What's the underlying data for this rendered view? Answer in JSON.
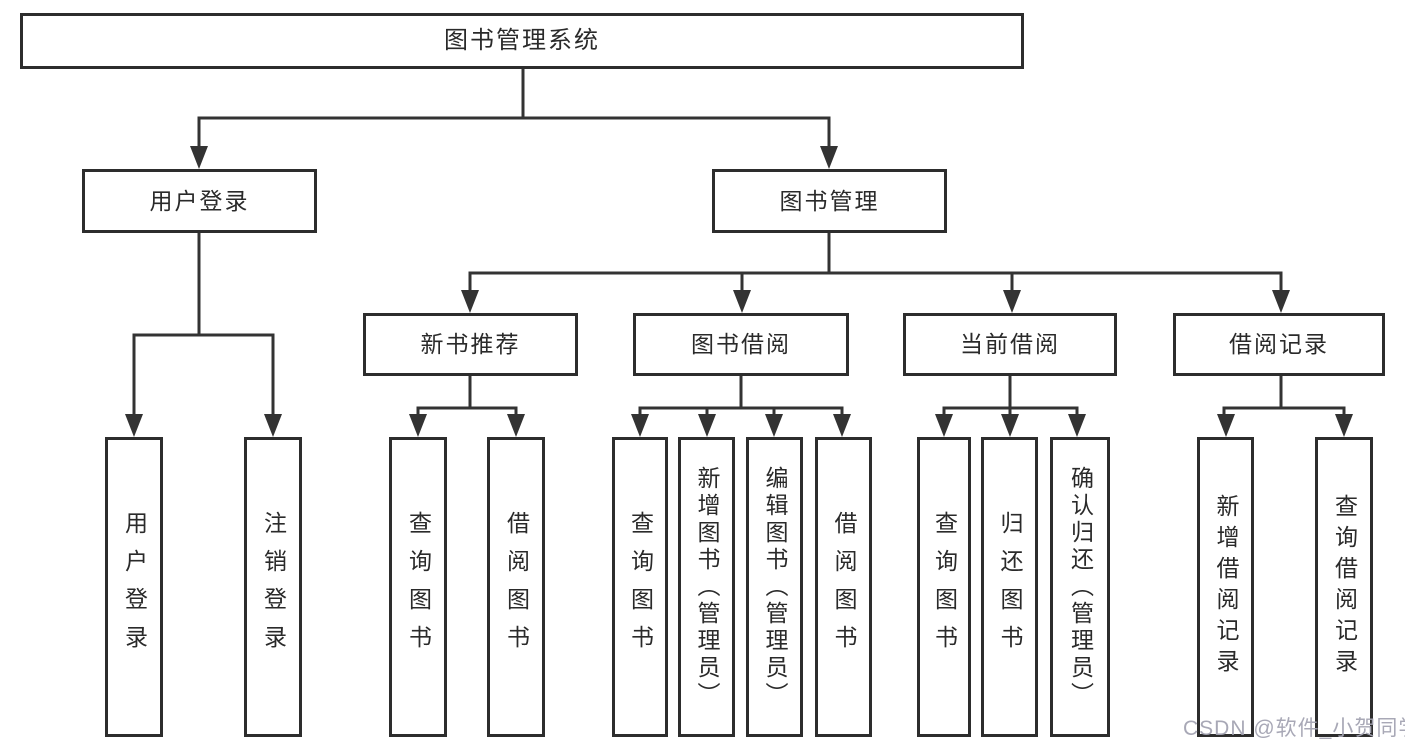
{
  "diagram": {
    "root": {
      "label": "图书管理系统"
    },
    "level2": [
      {
        "label": "用户登录"
      },
      {
        "label": "图书管理"
      }
    ],
    "level3": [
      {
        "label": "新书推荐"
      },
      {
        "label": "图书借阅"
      },
      {
        "label": "当前借阅"
      },
      {
        "label": "借阅记录"
      }
    ],
    "leaves": {
      "user_login": [
        {
          "label": "用户登录"
        },
        {
          "label": "注销登录"
        }
      ],
      "new_book": [
        {
          "label": "查询图书"
        },
        {
          "label": "借阅图书"
        }
      ],
      "book_borrow": [
        {
          "label": "查询图书"
        },
        {
          "label": "新增图书（管理员）"
        },
        {
          "label": "编辑图书（管理员）"
        },
        {
          "label": "借阅图书"
        }
      ],
      "current_borrow": [
        {
          "label": "查询图书"
        },
        {
          "label": "归还图书"
        },
        {
          "label": "确认归还（管理员）"
        }
      ],
      "borrow_records": [
        {
          "label": "新增借阅记录"
        },
        {
          "label": "查询借阅记录"
        }
      ]
    },
    "watermark": "CSDN @软件_小贺同学",
    "colors": {
      "line": "#333333",
      "border": "#2d2d2d",
      "text": "#2a2a2a",
      "background": "#ffffff",
      "watermark": "#a3a3b2"
    }
  }
}
